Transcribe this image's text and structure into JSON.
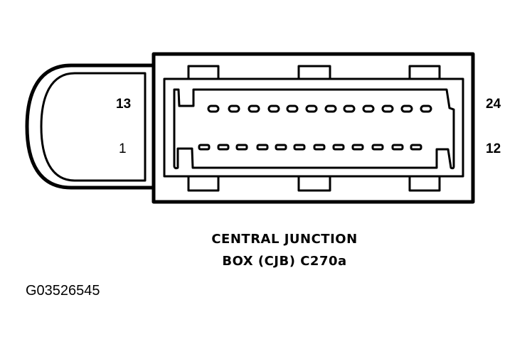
{
  "diagram": {
    "type": "connector-face-view",
    "connector_name": "CENTRAL JUNCTION BOX (CJB) C270a",
    "caption": {
      "line1": "CENTRAL JUNCTION",
      "line2": "BOX (CJB) C270a"
    },
    "figure_id": "G03526545",
    "pin_labels": {
      "top_left": "13",
      "bottom_left": "1",
      "top_right": "24",
      "bottom_right": "12"
    },
    "rows": [
      {
        "name": "top",
        "first_pin": 13,
        "last_pin": 24,
        "count": 12
      },
      {
        "name": "bottom",
        "first_pin": 1,
        "last_pin": 12,
        "count": 12
      }
    ],
    "colors": {
      "line": "#000000",
      "background": "#ffffff"
    }
  }
}
